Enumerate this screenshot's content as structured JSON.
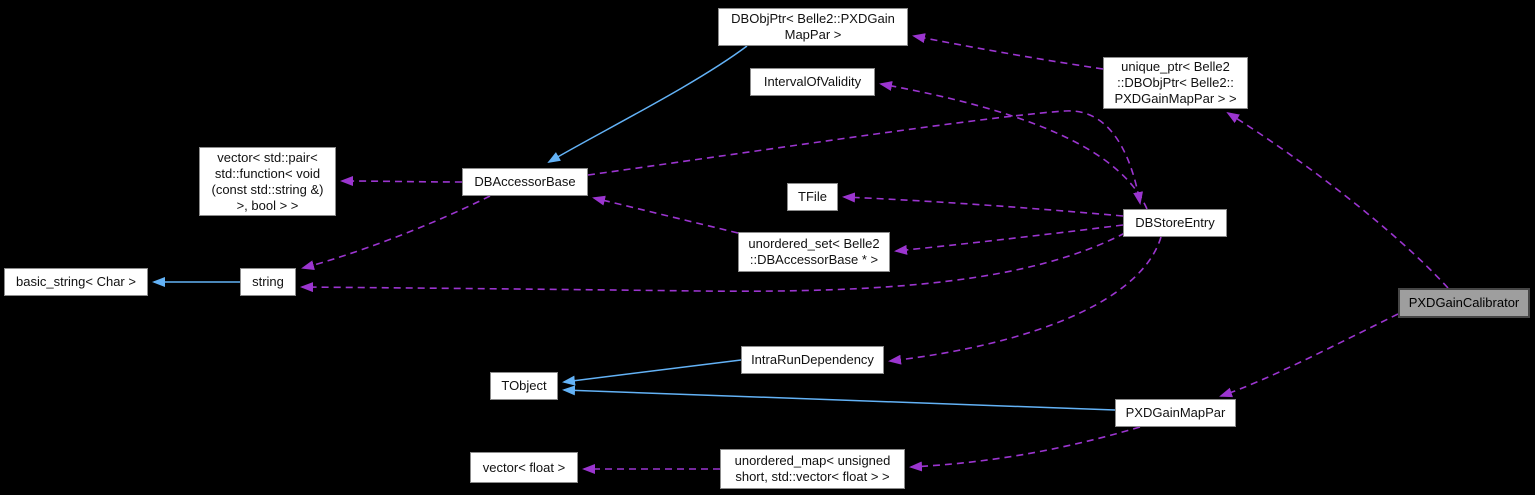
{
  "diagram": {
    "kind": "class collaboration graph",
    "main_class": "PXDGainCalibrator"
  },
  "colors": {
    "background": "#000000",
    "node_fill": "#ffffff",
    "node_border": "#8c8c8c",
    "highlight_node_fill": "#9e9e9e",
    "highlight_node_border": "#464646",
    "inheritance_edge": "#63b2f6",
    "usage_edge": "#9b35cf",
    "text": "#111111"
  },
  "nodes": {
    "dbobjptr": {
      "label": "DBObjPtr< Belle2::PXDGain\nMapPar >"
    },
    "interval_of_validity": {
      "label": "IntervalOfValidity"
    },
    "unique_ptr": {
      "label": "unique_ptr< Belle2\n::DBObjPtr< Belle2::\nPXDGainMapPar > >"
    },
    "vector_pair": {
      "label": "vector< std::pair<\nstd::function< void\n(const std::string &)\n>, bool > >"
    },
    "dbaccessor_base": {
      "label": "DBAccessorBase"
    },
    "tfile": {
      "label": "TFile"
    },
    "unordered_set": {
      "label": "unordered_set< Belle2\n::DBAccessorBase * >"
    },
    "dbstore_entry": {
      "label": "DBStoreEntry"
    },
    "basic_string": {
      "label": "basic_string< Char >"
    },
    "string": {
      "label": "string"
    },
    "tobject": {
      "label": "TObject"
    },
    "intra_run_dependency": {
      "label": "IntraRunDependency"
    },
    "pxd_gain_map_par": {
      "label": "PXDGainMapPar"
    },
    "pxd_gain_calibrator": {
      "label": "PXDGainCalibrator"
    },
    "vector_float": {
      "label": "vector< float >"
    },
    "unordered_map": {
      "label": "unordered_map< unsigned\nshort, std::vector< float > >"
    }
  },
  "edges": [
    {
      "from": "DBObjPtr< Belle2::PXDGainMapPar >",
      "to": "DBAccessorBase",
      "relation": "inheritance"
    },
    {
      "from": "string",
      "to": "basic_string< Char >",
      "relation": "inheritance"
    },
    {
      "from": "IntraRunDependency",
      "to": "TObject",
      "relation": "inheritance"
    },
    {
      "from": "PXDGainMapPar",
      "to": "TObject",
      "relation": "inheritance"
    },
    {
      "from": "unique_ptr< Belle2::DBObjPtr< Belle2::PXDGainMapPar > >",
      "to": "DBObjPtr< Belle2::PXDGainMapPar >",
      "relation": "usage"
    },
    {
      "from": "PXDGainCalibrator",
      "to": "unique_ptr< Belle2::DBObjPtr< Belle2::PXDGainMapPar > >",
      "relation": "usage"
    },
    {
      "from": "PXDGainCalibrator",
      "to": "PXDGainMapPar",
      "relation": "usage"
    },
    {
      "from": "DBStoreEntry",
      "to": "IntervalOfValidity",
      "relation": "usage"
    },
    {
      "from": "DBStoreEntry",
      "to": "TFile",
      "relation": "usage"
    },
    {
      "from": "DBStoreEntry",
      "to": "unordered_set< Belle2::DBAccessorBase * >",
      "relation": "usage"
    },
    {
      "from": "DBStoreEntry",
      "to": "string",
      "relation": "usage"
    },
    {
      "from": "DBStoreEntry",
      "to": "IntraRunDependency",
      "relation": "usage"
    },
    {
      "from": "DBAccessorBase",
      "to": "DBStoreEntry",
      "relation": "usage"
    },
    {
      "from": "DBAccessorBase",
      "to": "vector< std::pair< std::function< void (const std::string &) >, bool > >",
      "relation": "usage"
    },
    {
      "from": "DBAccessorBase",
      "to": "string",
      "relation": "usage"
    },
    {
      "from": "unordered_set< Belle2::DBAccessorBase * >",
      "to": "DBAccessorBase",
      "relation": "usage"
    },
    {
      "from": "PXDGainMapPar",
      "to": "unordered_map< unsigned short, std::vector< float > >",
      "relation": "usage"
    },
    {
      "from": "unordered_map< unsigned short, std::vector< float > >",
      "to": "vector< float >",
      "relation": "usage"
    }
  ]
}
